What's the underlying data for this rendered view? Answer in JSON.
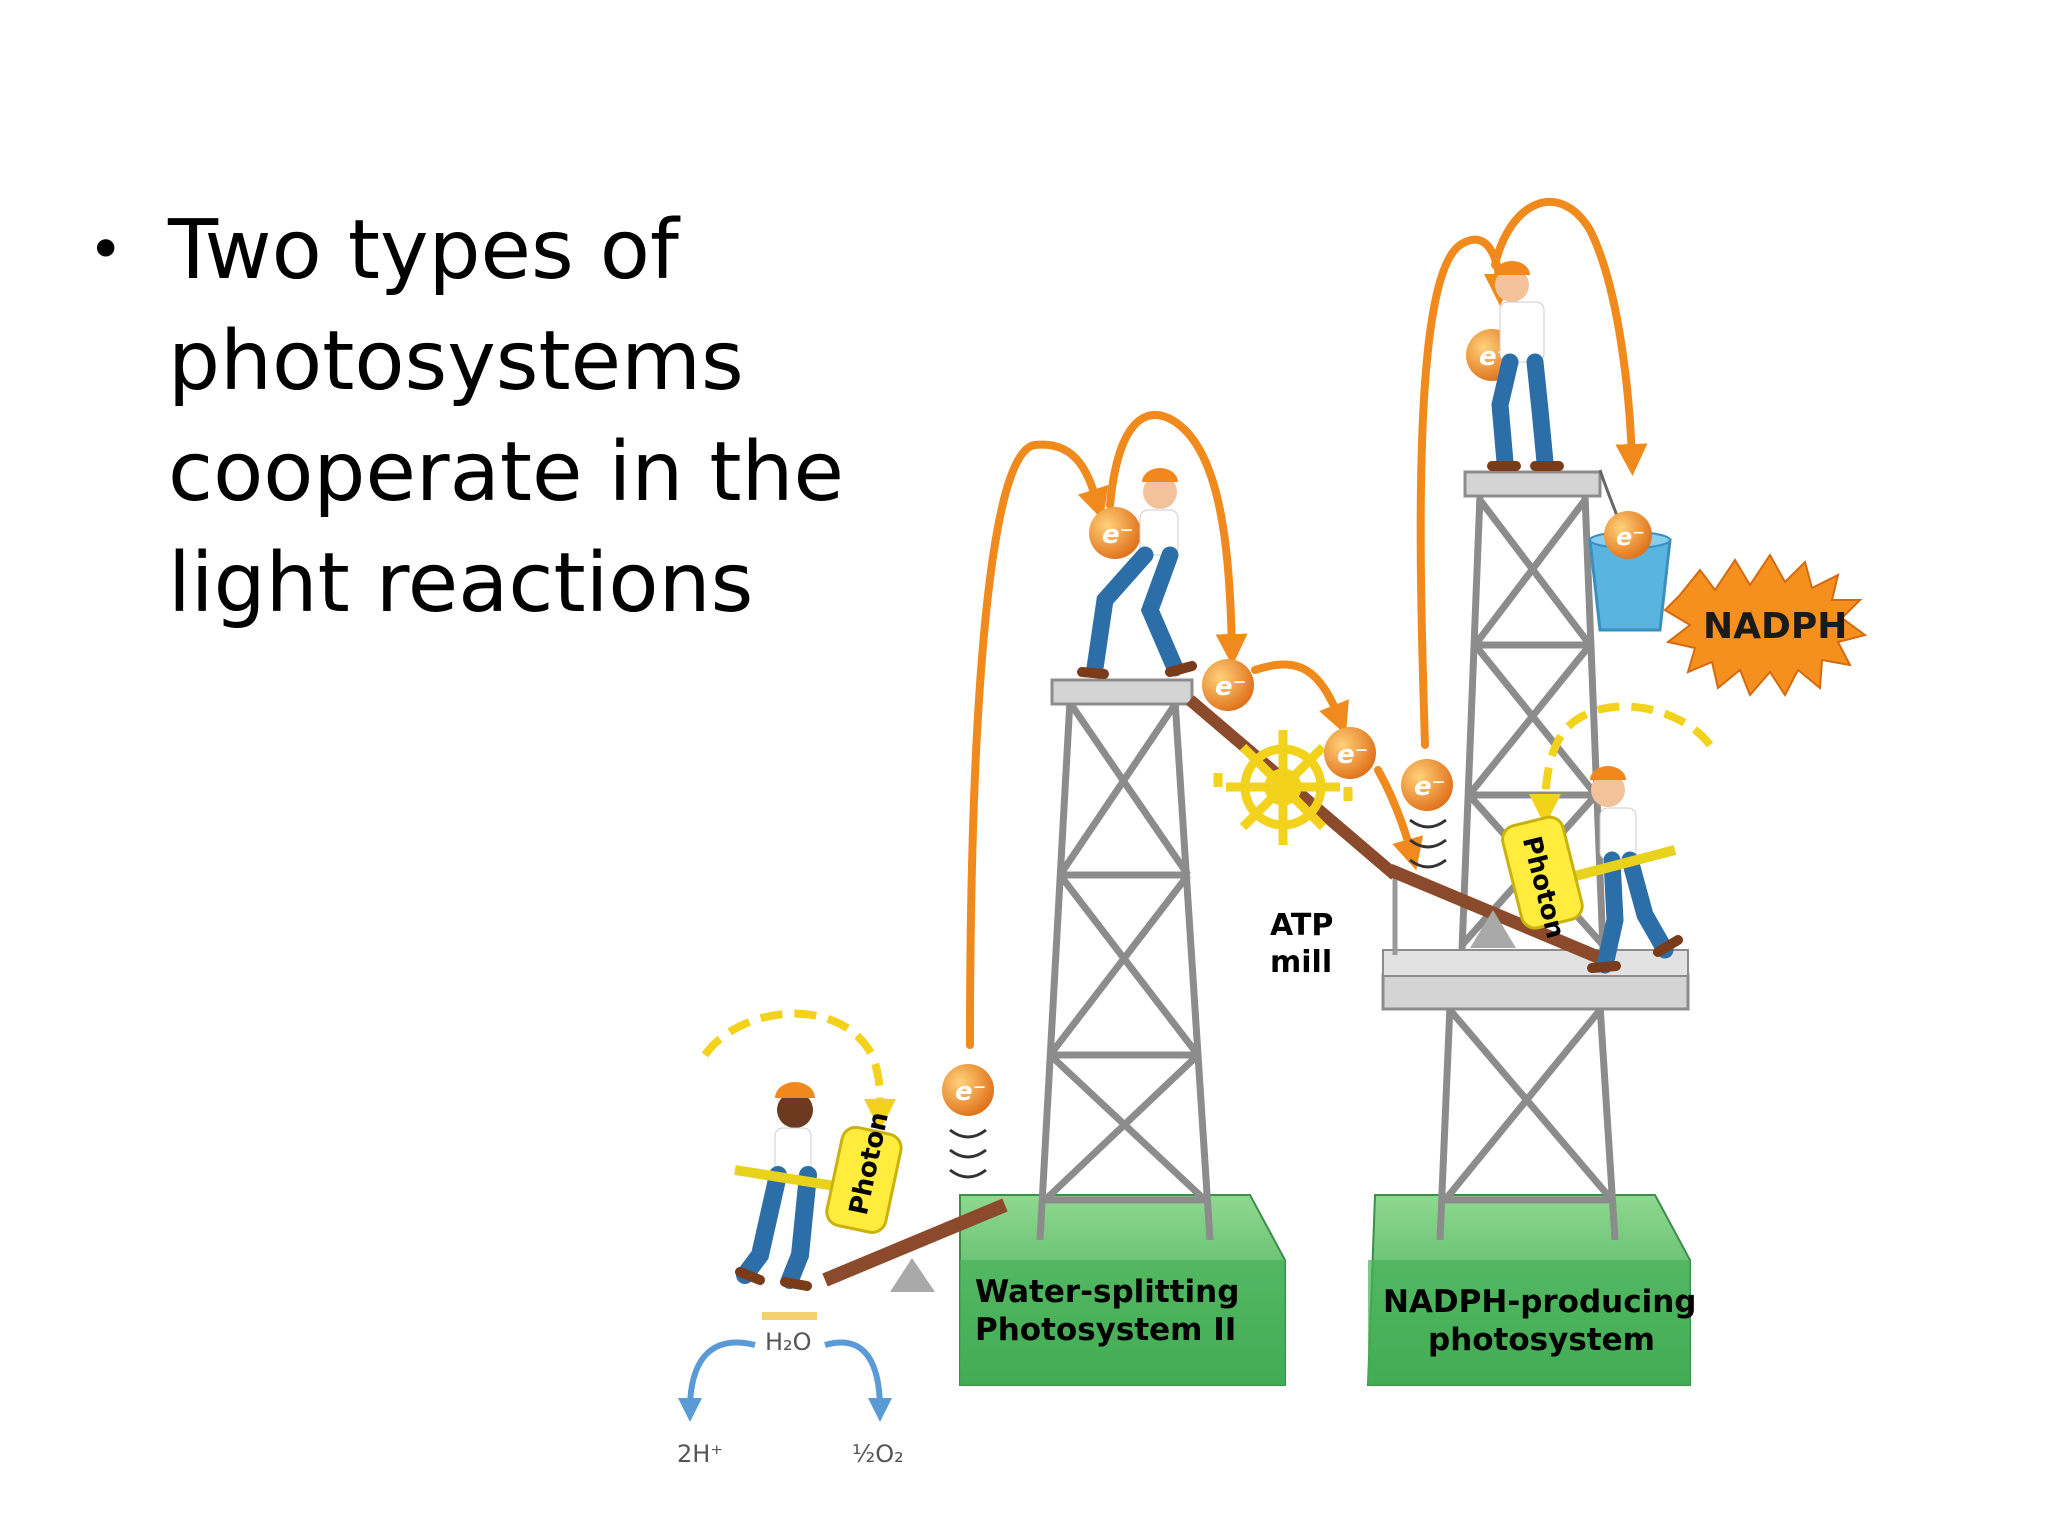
{
  "slide": {
    "bullet": "Two types of photosystems cooperate in the light reactions"
  },
  "diagram": {
    "photon_left": "Photon",
    "photon_right": "Photon",
    "electron": "e⁻",
    "atp_mill_line1": "ATP",
    "atp_mill_line2": "mill",
    "nadph": "NADPH",
    "ps2_line1": "Water-splitting",
    "ps2_line2": "Photosystem II",
    "ps1_line1": "NADPH-producing",
    "ps1_line2": "photosystem",
    "water": "H₂O",
    "protons": "2H⁺",
    "oxygen": "½O₂"
  },
  "colors": {
    "arrow_orange": "#f08a1c",
    "photon_yellow": "#ffec3c",
    "tower_gray": "#9a9a9a",
    "base_green": "#4cb85a",
    "lever_brown": "#8b4a2b",
    "water_arrow_blue": "#5b9bd5",
    "electron_orange": "#f0881e"
  }
}
